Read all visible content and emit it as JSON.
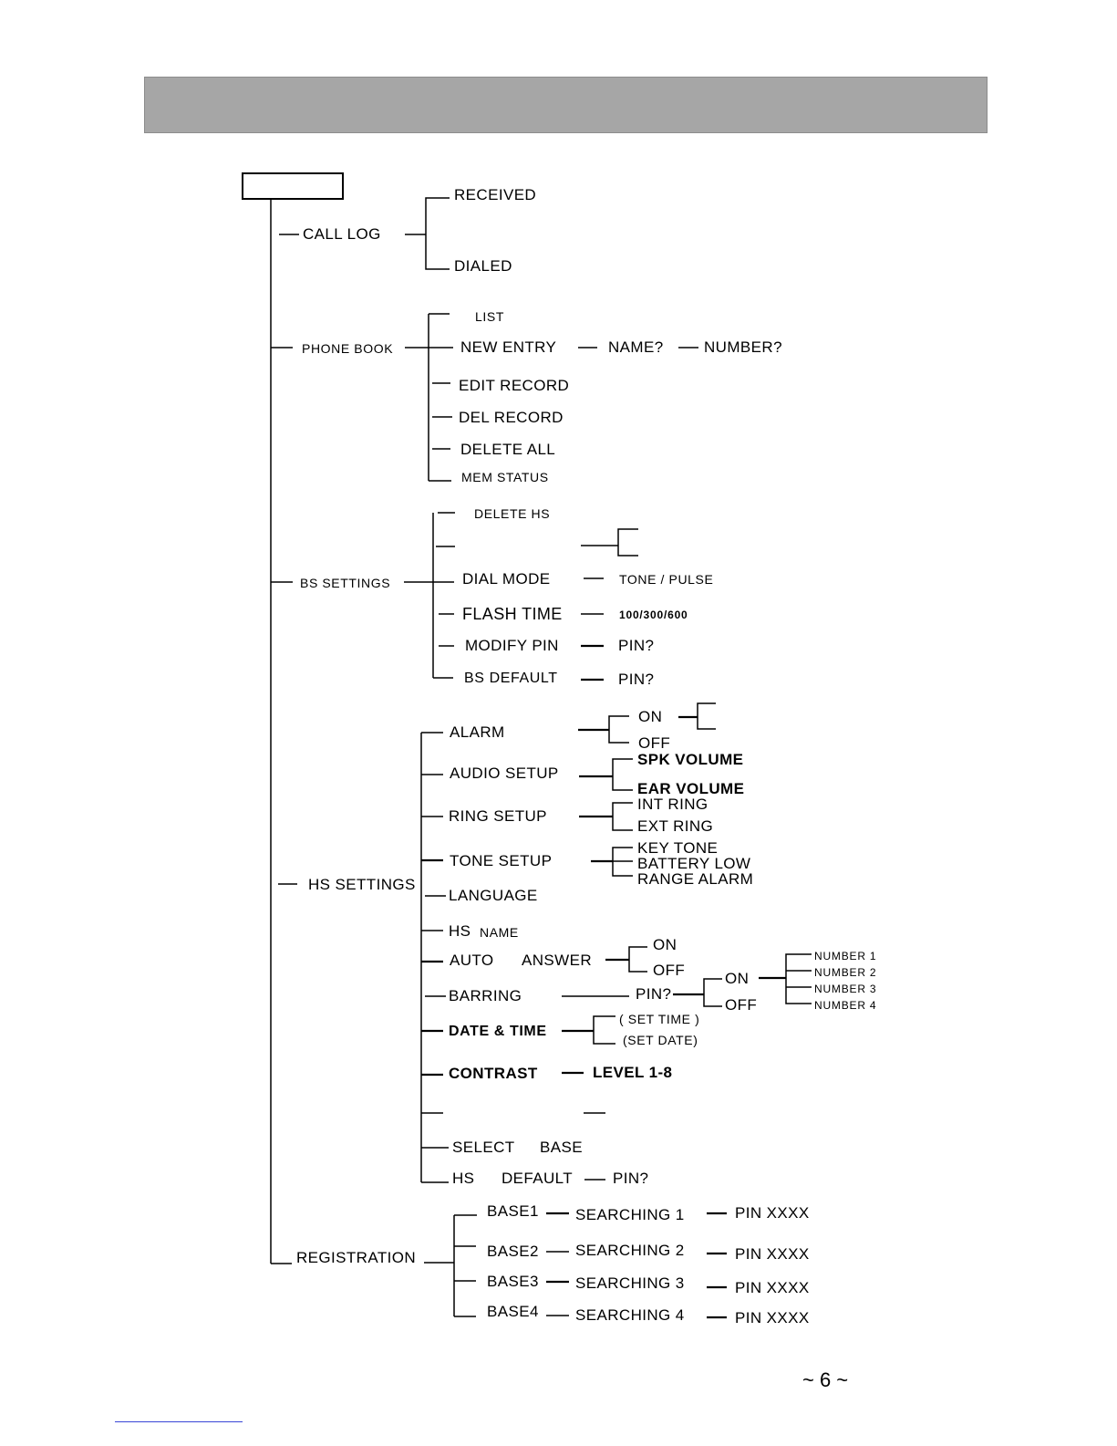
{
  "header": {
    "title": ""
  },
  "root": {
    "label": ""
  },
  "call_log": {
    "label": "CALL LOG",
    "received": "RECEIVED",
    "dialed": "DIALED"
  },
  "phone_book": {
    "label": "PHONE BOOK",
    "list": "LIST",
    "new_entry": "NEW ENTRY",
    "name": "NAME?",
    "number": "NUMBER?",
    "edit_record": "EDIT RECORD",
    "del_record": "DEL RECORD",
    "delete_all": "DELETE ALL",
    "mem_status": "MEM STATUS"
  },
  "bs_settings": {
    "label": "BS SETTINGS",
    "delete_hs": "DELETE HS",
    "dial_mode": "DIAL MODE",
    "tone_pulse": "TONE / PULSE",
    "flash_time": "FLASH  TIME",
    "flash_values": "100/300/600",
    "modify_pin": "MODIFY  PIN",
    "modify_pin_prompt": "PIN?",
    "bs_default": "BS DEFAULT",
    "bs_default_prompt": "PIN?"
  },
  "hs_settings": {
    "label": "HS SETTINGS",
    "alarm": "ALARM",
    "alarm_on": "ON",
    "alarm_off": "OFF",
    "audio_setup": "AUDIO SETUP",
    "spk_volume": "SPK    VOLUME",
    "ear_volume": "EAR  VOLUME",
    "ring_setup": "RING SETUP",
    "int_ring": "INT   RING",
    "ext_ring": "EXT   RING",
    "tone_setup": "TONE SETUP",
    "key_tone": "KEY   TONE",
    "battery_low": "BATTERY   LOW",
    "range_alarm": "RANGE   ALARM",
    "language": "LANGUAGE",
    "hs_name_a": "HS",
    "hs_name_b": "NAME",
    "auto_answer_a": "AUTO",
    "auto_answer_b": "ANSWER",
    "auto_on": "ON",
    "auto_off": "OFF",
    "barring": "BARRING",
    "barring_pin": "PIN?",
    "barring_on": "ON",
    "barring_off": "OFF",
    "numbers": [
      "NUMBER 1",
      "NUMBER 2",
      "NUMBER 3",
      "NUMBER 4"
    ],
    "date_time": "DATE & TIME",
    "set_time": "( SET TIME )",
    "set_date": "(SET DATE)",
    "contrast": "CONTRAST",
    "contrast_level": "LEVEL 1-8",
    "select_base_a": "SELECT",
    "select_base_b": "BASE",
    "hs_default_a": "HS",
    "hs_default_b": "DEFAULT",
    "hs_default_prompt": "PIN?"
  },
  "registration": {
    "label": "REGISTRATION",
    "bases": [
      "BASE1",
      "BASE2",
      "BASE3",
      "BASE4"
    ],
    "searching": [
      "SEARCHING   1",
      "SEARCHING   2",
      "SEARCHING  3",
      "SEARCHING 4"
    ],
    "pins": [
      "PIN XXXX",
      "PIN XXXX",
      "PIN XXXX",
      "PIN XXXX"
    ]
  },
  "footer": {
    "page_number": "~ 6 ~"
  }
}
